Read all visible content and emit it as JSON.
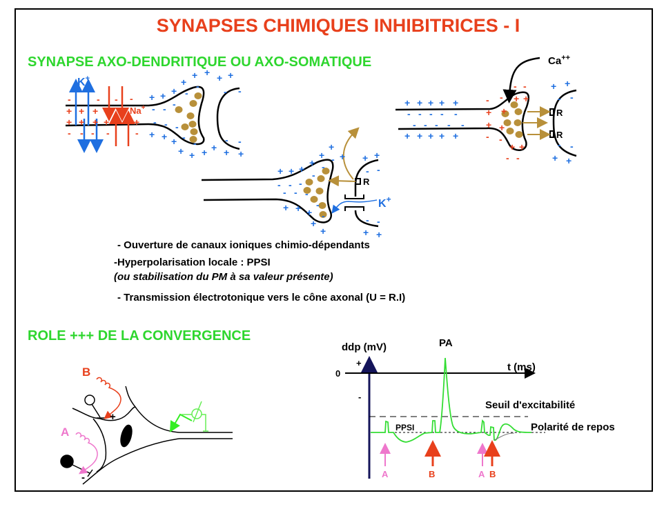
{
  "title": "SYNAPSES CHIMIQUES INHIBITRICES - I",
  "section1": {
    "heading": "SYNAPSE AXO-DENDRITIQUE OU AXO-SOMATIQUE",
    "synapse_left": {
      "k_label": "K",
      "k_sup": "+",
      "na_label": "Na",
      "na_sup": "+"
    },
    "synapse_middle": {
      "receptor_label": "R",
      "k_label": "K",
      "k_sup": "+"
    },
    "synapse_right": {
      "ca_label": "Ca",
      "ca_sup": "++",
      "receptor_labels": [
        "R",
        "R"
      ]
    },
    "bullets": [
      "- Ouverture de canaux ioniques chimio-dépendants",
      "-Hyperpolarisation locale : PPSI",
      "(ou stabilisation du PM à sa valeur présente)",
      "- Transmission électrotonique vers le cône axonal (U = R.I)"
    ]
  },
  "charge_symbols": {
    "plus": "+",
    "minus": "-"
  },
  "section2": {
    "heading": "ROLE +++ DE LA CONVERGENCE",
    "neuron": {
      "label_b": "B",
      "label_a": "A",
      "sign_b": "+",
      "sign_a": "-"
    },
    "graph": {
      "ylabel": "ddp (mV)",
      "xlabel": "t (ms)",
      "zero": "0",
      "plus": "+",
      "minus": "-",
      "peak_label": "PA",
      "threshold_label": "Seuil d'excitabilité",
      "rest_label": "Polarité de repos",
      "ppsi_label": "PPSI",
      "stimuli": [
        "A",
        "B",
        "A",
        "B"
      ]
    }
  },
  "colors": {
    "title": "#e8401c",
    "heading": "#2ed62e",
    "blue": "#1f6fe0",
    "red": "#e8401c",
    "gold": "#b8903a",
    "pink": "#ee77cc",
    "navy": "#14145a",
    "trace": "#33dd33"
  }
}
